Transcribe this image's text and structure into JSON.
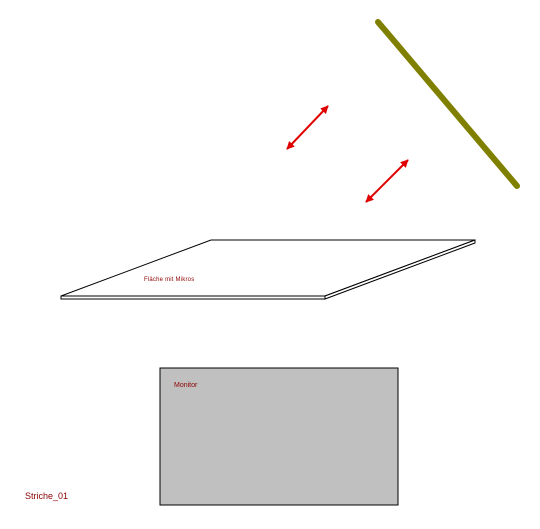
{
  "labels": {
    "surface": "Fläche mit Mikros",
    "monitor": "Monitor",
    "file": "Striche_01"
  },
  "colors": {
    "rod": "#808000",
    "arrow": "#e00000",
    "monitor_fill": "#c0c0c0",
    "label_text": "#8b0000",
    "outline": "#000000"
  }
}
